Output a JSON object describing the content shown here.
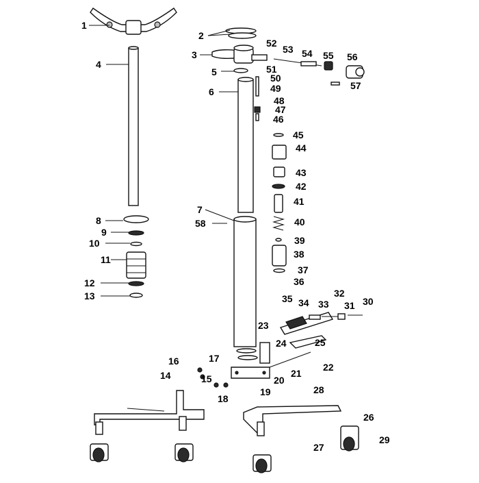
{
  "diagram": {
    "callouts": [
      "1",
      "2",
      "3",
      "4",
      "5",
      "6",
      "7",
      "8",
      "9",
      "10",
      "11",
      "12",
      "13",
      "14",
      "15",
      "16",
      "17",
      "18",
      "19",
      "20",
      "21",
      "22",
      "23",
      "24",
      "25",
      "26",
      "27",
      "28",
      "29",
      "30",
      "31",
      "32",
      "33",
      "34",
      "35",
      "36",
      "37",
      "38",
      "39",
      "40",
      "41",
      "42",
      "43",
      "44",
      "45",
      "46",
      "47",
      "48",
      "49",
      "50",
      "51",
      "52",
      "53",
      "54",
      "55",
      "56",
      "57",
      "58"
    ]
  }
}
